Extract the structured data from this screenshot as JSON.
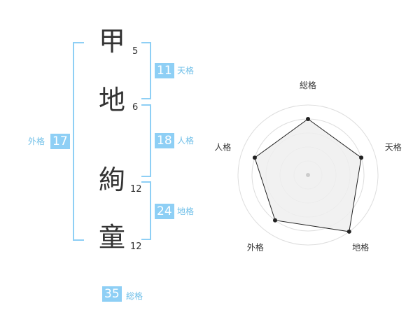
{
  "name": {
    "chars": [
      {
        "char": "甲",
        "strokes": "5"
      },
      {
        "char": "地",
        "strokes": "6"
      },
      {
        "char": "絢",
        "strokes": "12"
      },
      {
        "char": "童",
        "strokes": "12"
      }
    ]
  },
  "fortune": {
    "tenkaku": {
      "value": "11",
      "label": "天格"
    },
    "jinkaku": {
      "value": "18",
      "label": "人格"
    },
    "chikaku": {
      "value": "24",
      "label": "地格"
    },
    "gaikaku": {
      "value": "17",
      "label": "外格"
    },
    "soukaku": {
      "value": "35",
      "label": "総格"
    }
  },
  "chart_data": {
    "type": "radar",
    "axes": [
      "総格",
      "天格",
      "地格",
      "外格",
      "人格"
    ],
    "values": [
      0.8,
      0.8,
      1.0,
      0.8,
      0.8
    ],
    "rings": 5,
    "colors": {
      "fill": "#efefef",
      "line": "#222222",
      "grid": "#dddddd",
      "point": "#222222",
      "center": "#cccccc"
    }
  },
  "colors": {
    "accent": "#8ecff5",
    "label": "#6fbfe8",
    "text": "#333333"
  }
}
